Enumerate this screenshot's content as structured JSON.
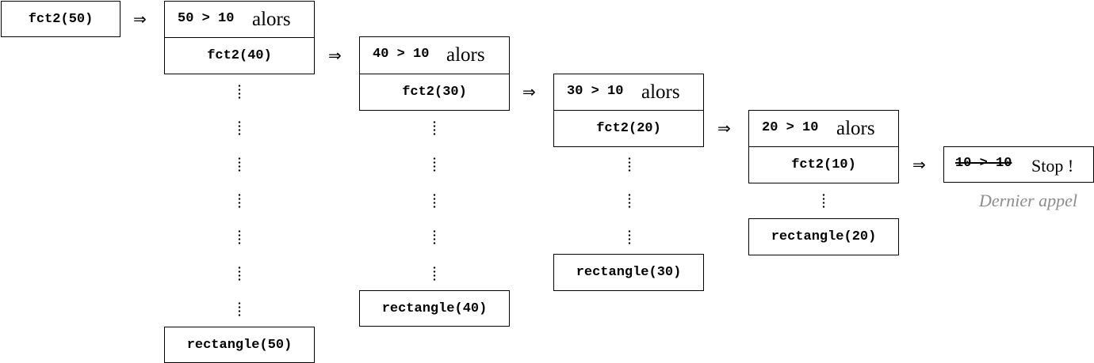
{
  "initial_call": "fct2(50)",
  "arrow_symbol": "⇒",
  "frames": [
    {
      "condition": "50 > 10",
      "then": "alors",
      "call": "fct2(40)",
      "tail": "rectangle(50)"
    },
    {
      "condition": "40 > 10",
      "then": "alors",
      "call": "fct2(30)",
      "tail": "rectangle(40)"
    },
    {
      "condition": "30 > 10",
      "then": "alors",
      "call": "fct2(20)",
      "tail": "rectangle(30)"
    },
    {
      "condition": "20 > 10",
      "then": "alors",
      "call": "fct2(10)",
      "tail": "rectangle(20)"
    }
  ],
  "stop_frame": {
    "condition": "10 > 10",
    "label": "Stop !"
  },
  "last_call_caption": "Dernier appel"
}
